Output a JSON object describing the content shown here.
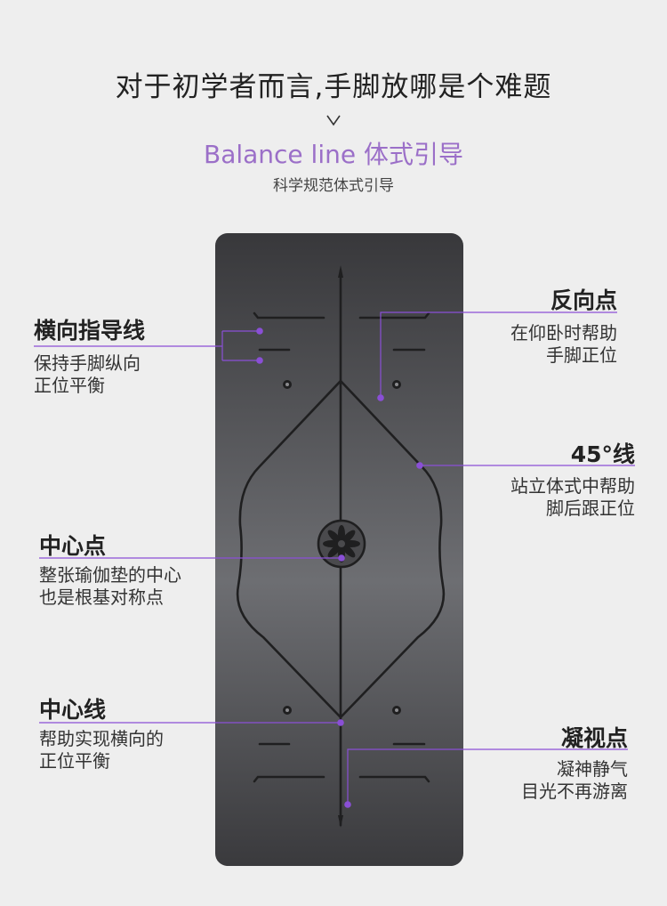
{
  "headline": "对于初学者而言,手脚放哪是个难题",
  "subtitle": "Balance line 体式引导",
  "subcaption": "科学规范体式引导",
  "colors": {
    "background": "#eeeeee",
    "accent_purple": "#9b6fc8",
    "marker_purple": "#8a4fd6",
    "mat_dark": "#38383b",
    "mat_mid": "#6d6e72"
  },
  "icons": {
    "chevron": "chevron-down-icon",
    "mandala": "lotus-mandala-icon"
  },
  "labels": {
    "horizontal_guide": {
      "title": "横向指导线",
      "desc": "保持手脚纵向\n正位平衡"
    },
    "reverse_point": {
      "title": "反向点",
      "desc": "在仰卧时帮助\n手脚正位"
    },
    "line_45": {
      "title": "45°线",
      "desc": "站立体式中帮助\n脚后跟正位"
    },
    "center_point": {
      "title": "中心点",
      "desc": "整张瑜伽垫的中心\n也是根基对称点"
    },
    "center_line": {
      "title": "中心线",
      "desc": "帮助实现横向的\n正位平衡"
    },
    "gaze_point": {
      "title": "凝视点",
      "desc": "凝神静气\n目光不再游离"
    }
  }
}
